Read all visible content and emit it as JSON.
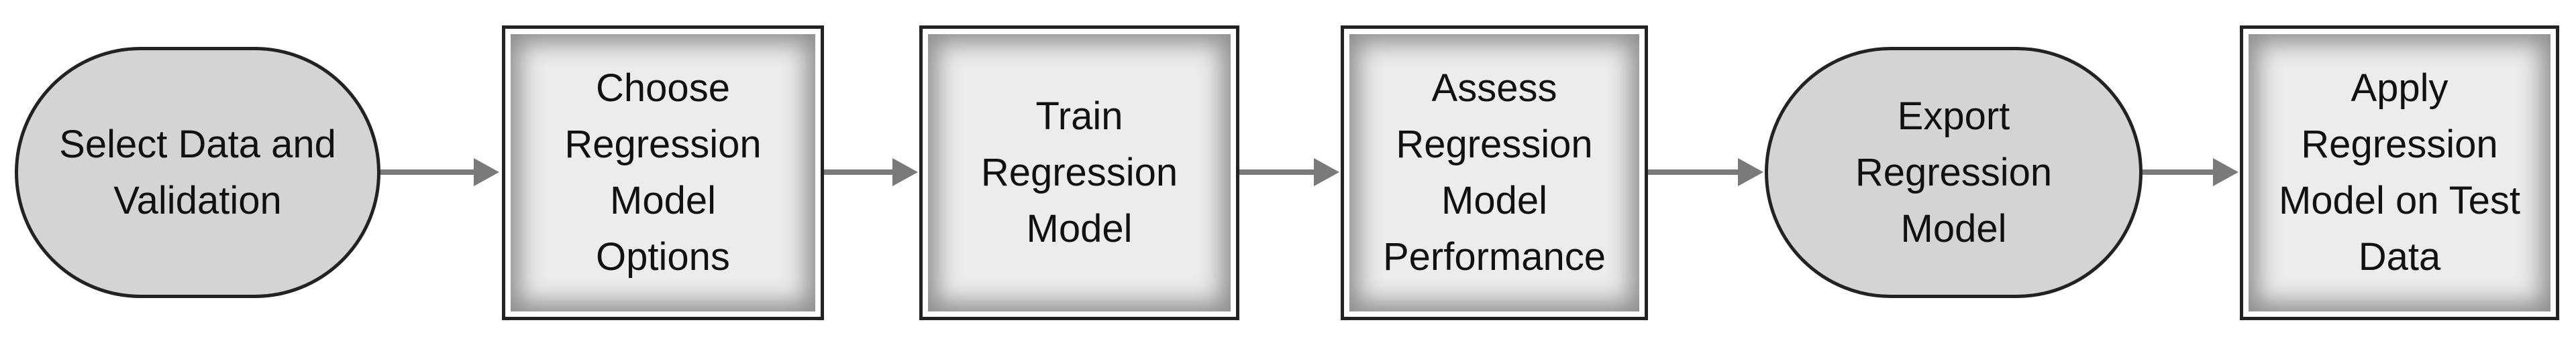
{
  "nodes": [
    {
      "id": "select-data",
      "shape": "terminal",
      "label": "Select Data and\nValidation"
    },
    {
      "id": "choose-options",
      "shape": "process",
      "label": "Choose\nRegression\nModel\nOptions"
    },
    {
      "id": "train-model",
      "shape": "process",
      "label": "Train\nRegression\nModel"
    },
    {
      "id": "assess-performance",
      "shape": "process",
      "label": "Assess\nRegression\nModel\nPerformance"
    },
    {
      "id": "export-model",
      "shape": "terminal",
      "label": "Export\nRegression\nModel"
    },
    {
      "id": "apply-model",
      "shape": "process",
      "label": "Apply\nRegression\nModel on Test\nData"
    }
  ],
  "edges": [
    {
      "from": "select-data",
      "to": "choose-options"
    },
    {
      "from": "choose-options",
      "to": "train-model"
    },
    {
      "from": "train-model",
      "to": "assess-performance"
    },
    {
      "from": "assess-performance",
      "to": "export-model"
    },
    {
      "from": "export-model",
      "to": "apply-model"
    }
  ],
  "colors": {
    "terminal_fill": "#d4d4d4",
    "process_fill": "#ececec",
    "border": "#222222",
    "arrow": "#7a7a7a",
    "text": "#111111"
  }
}
